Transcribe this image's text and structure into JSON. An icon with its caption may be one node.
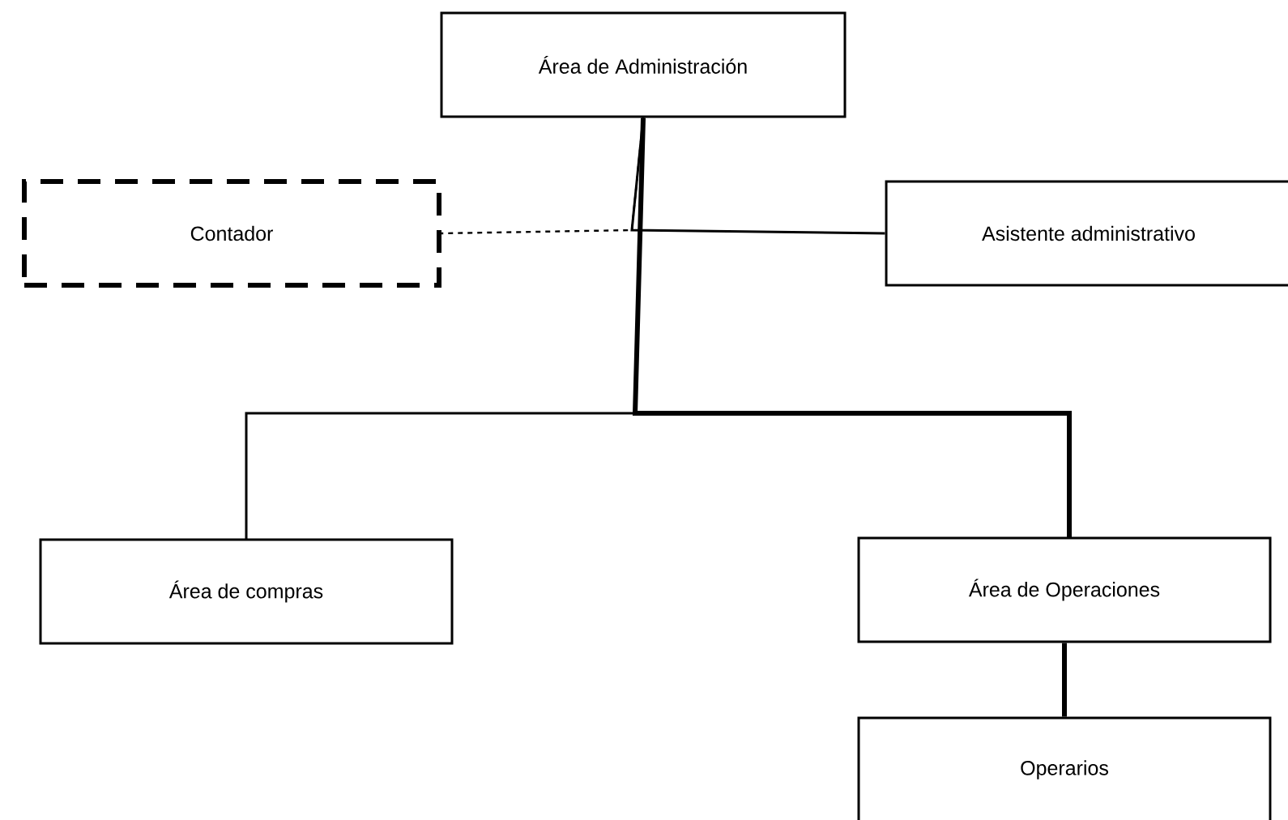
{
  "diagram": {
    "nodes": [
      {
        "text": [
          "Área de Administración"
        ]
      },
      {
        "text": [
          "Contador"
        ]
      },
      {
        "text": [
          "Asistente administrativo"
        ]
      },
      {
        "text": [
          "Área de compras"
        ]
      },
      {
        "text": [
          "Área de Operaciones"
        ]
      },
      {
        "text": [
          "Operarios"
        ]
      }
    ],
    "edges": [
      {
        "from": 0,
        "to": 1,
        "arrow": "none",
        "style": "dashed"
      },
      {
        "from": 0,
        "to": 2,
        "arrow": "none"
      },
      {
        "from": 0,
        "to": 3,
        "arrow": "none"
      },
      {
        "from": 0,
        "to": 4,
        "arrow": "none",
        "style": "thick"
      },
      {
        "from": 4,
        "to": 5,
        "arrow": "none",
        "style": "thick"
      }
    ]
  }
}
